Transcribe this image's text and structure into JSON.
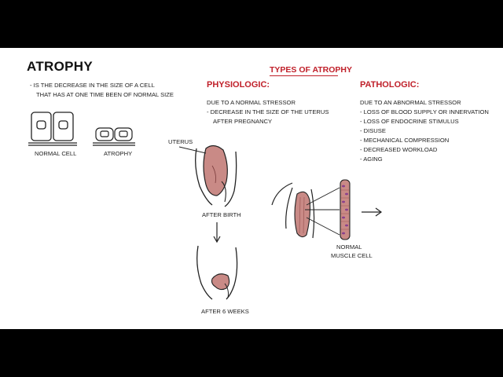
{
  "title": "Atrophy",
  "definition": {
    "line1": "- Is the decrease in the size of a cell",
    "line2": "that has at one time been of normal size"
  },
  "cells": {
    "normal_label": "Normal cell",
    "atrophy_label": "Atrophy"
  },
  "types_heading": "Types of Atrophy",
  "physiologic": {
    "heading": "Physiologic:",
    "line1": "Due to a normal stressor",
    "line2": "- Decrease in the size of the uterus",
    "line3": "after pregnancy",
    "uterus_label": "Uterus",
    "after_birth_label": "After birth",
    "after_weeks_label": "After 6 weeks"
  },
  "pathologic": {
    "heading": "Pathologic:",
    "intro": "Due to an abnormal stressor",
    "causes": [
      "- Loss of blood supply or innervation",
      "- Loss of endocrine stimulus",
      "- Disuse",
      "- Mechanical compression",
      "- Decreased workload",
      "- Aging"
    ],
    "muscle_label_1": "Normal",
    "muscle_label_2": "muscle cell"
  },
  "colors": {
    "accent_red": "#c0202a",
    "tissue": "#c98a86",
    "tissue_dark": "#a35e5c",
    "muscle_purple": "#8a3f8e",
    "letterbox": "#000000"
  }
}
